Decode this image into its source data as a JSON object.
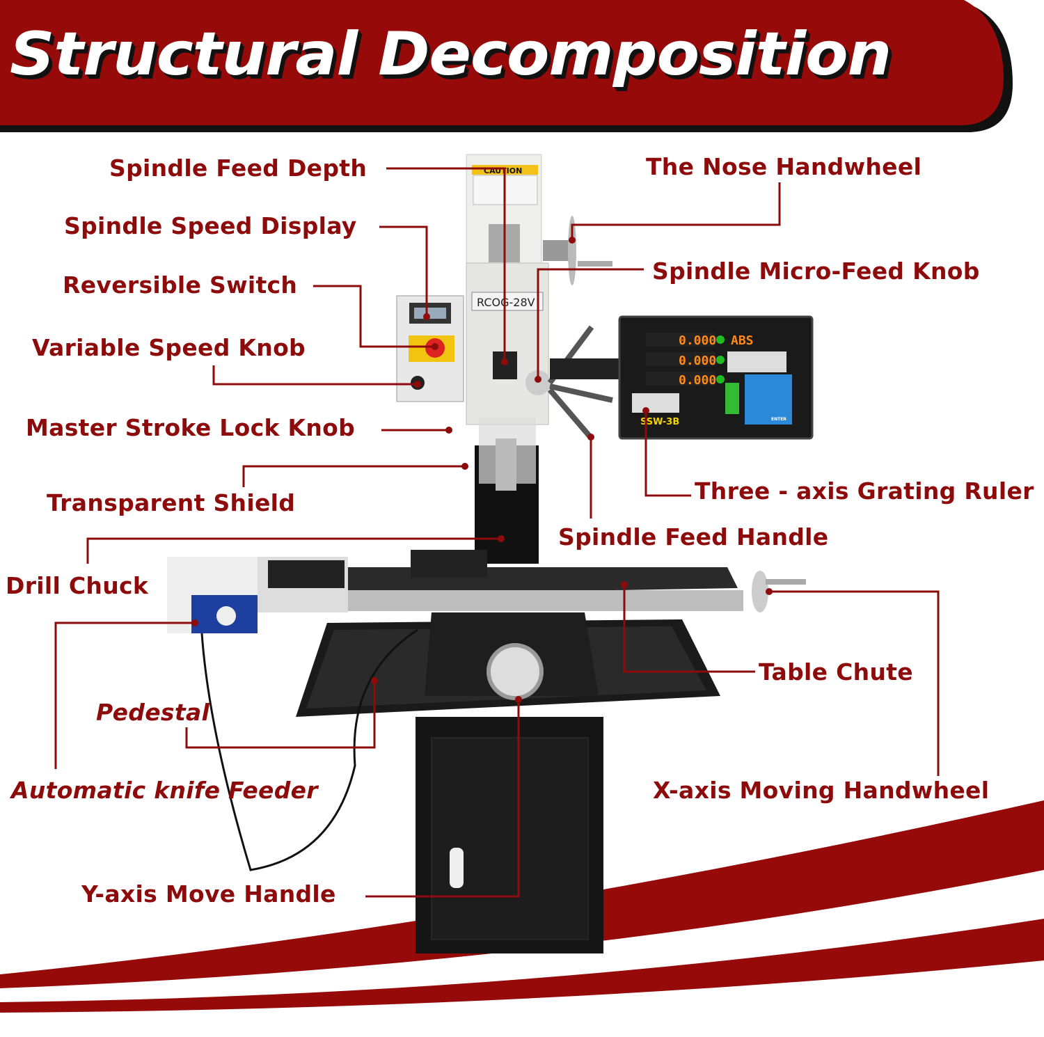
{
  "title": "Structural Decomposition",
  "colors": {
    "banner": "#960a0a",
    "label": "#8e0b0b",
    "line": "#8e0b0b",
    "machine_black": "#151515"
  },
  "labels": {
    "spindle_feed_depth": "Spindle Feed Depth",
    "spindle_speed_display": "Spindle Speed Display",
    "reversible_switch": "Reversible Switch",
    "variable_speed_knob": "Variable Speed Knob",
    "master_stroke_lock_knob": "Master Stroke Lock Knob",
    "transparent_shield": "Transparent Shield",
    "drill_chuck": "Drill Chuck",
    "nose_handwheel": "The Nose Handwheel",
    "spindle_micro_feed_knob": "Spindle Micro-Feed Knob",
    "three_axis_grating_ruler": "Three - axis Grating Ruler",
    "spindle_feed_handle": "Spindle Feed Handle",
    "table_chute": "Table Chute",
    "pedestal": "Pedestal",
    "automatic_knife_feeder": "Automatic knife Feeder",
    "x_axis_moving_handwheel": "X-axis Moving Handwheel",
    "y_axis_move_handle": "Y-axis Move Handle"
  },
  "machine": {
    "model": "RCOG-28V",
    "caution": "CAUTION",
    "dro": {
      "x": "0.000",
      "y": "0.000",
      "z": "0.000",
      "mode": "ABS",
      "model": "SSW-3B",
      "enter": "ENTER"
    }
  }
}
